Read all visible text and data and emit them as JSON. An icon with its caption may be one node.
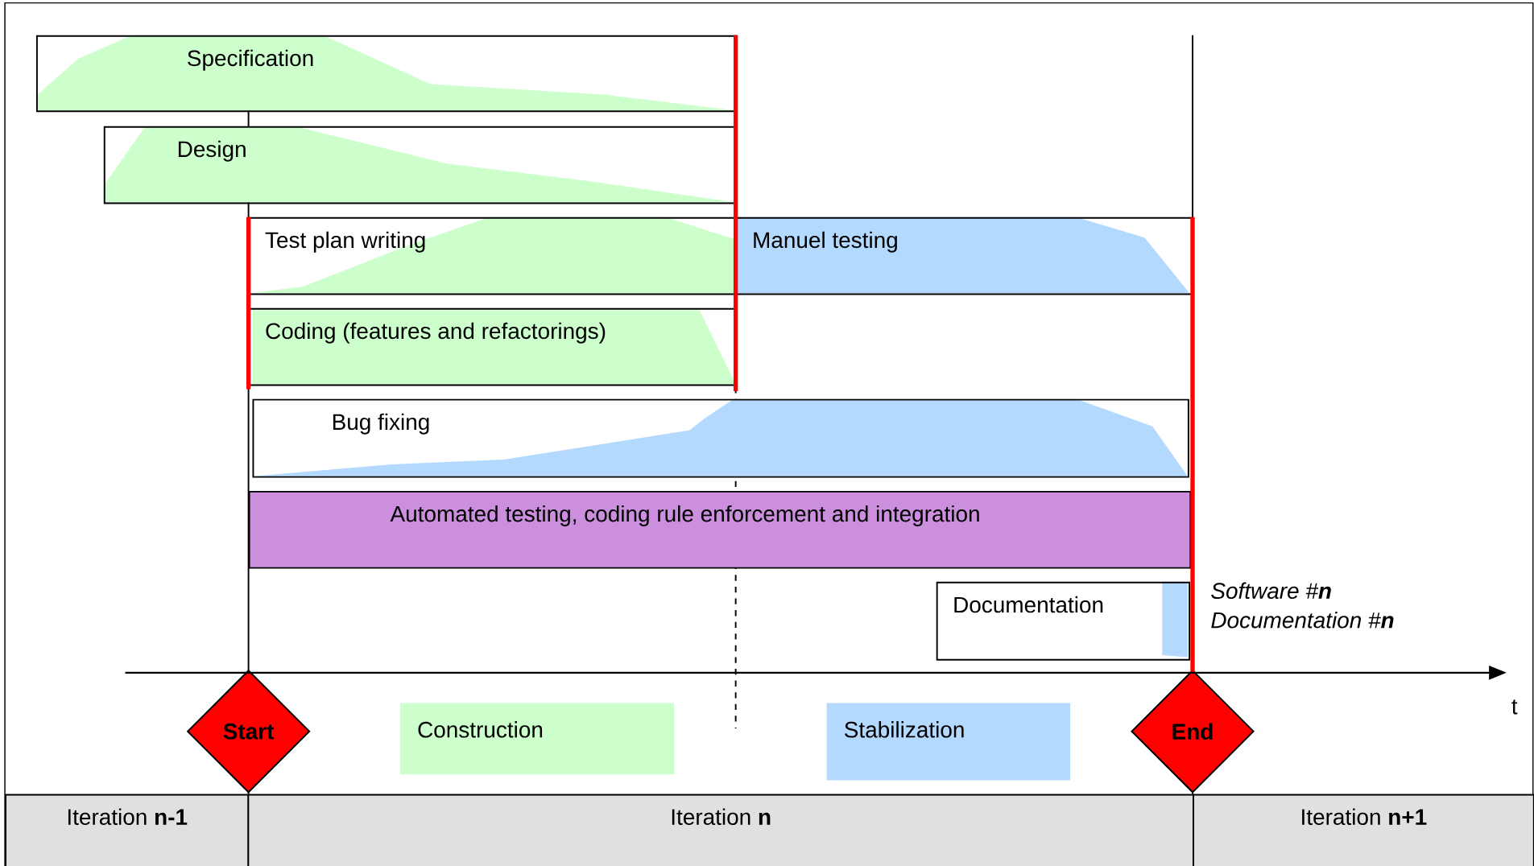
{
  "diagram": {
    "nodes": [
      {
        "text": [
          "Specification"
        ]
      },
      {
        "text": [
          "Design"
        ]
      },
      {
        "text": [
          "Test plan writing"
        ]
      },
      {
        "text": [
          "Manuel testing"
        ]
      },
      {
        "text": [
          "Coding (features and refactorings)"
        ]
      },
      {
        "text": [
          "Bug fixing"
        ]
      },
      {
        "text": [
          "Automated testing, coding rule enforcement and integration"
        ]
      },
      {
        "text": [
          "Documentation"
        ]
      },
      {
        "text": [
          "Start"
        ]
      },
      {
        "text": [
          "End"
        ]
      },
      {
        "text": [
          "Iteration **n-1**"
        ]
      },
      {
        "text": [
          "Iteration **n**"
        ]
      },
      {
        "text": [
          "Iteration **n+1**"
        ]
      }
    ],
    "labels": [
      "Software #**n**",
      "Documentation #**n**",
      "t"
    ],
    "legend": [
      {
        "text": "Construction",
        "color": "#ccffcc"
      },
      {
        "text": "Stabilization",
        "color": "#b3d9ff"
      }
    ]
  }
}
